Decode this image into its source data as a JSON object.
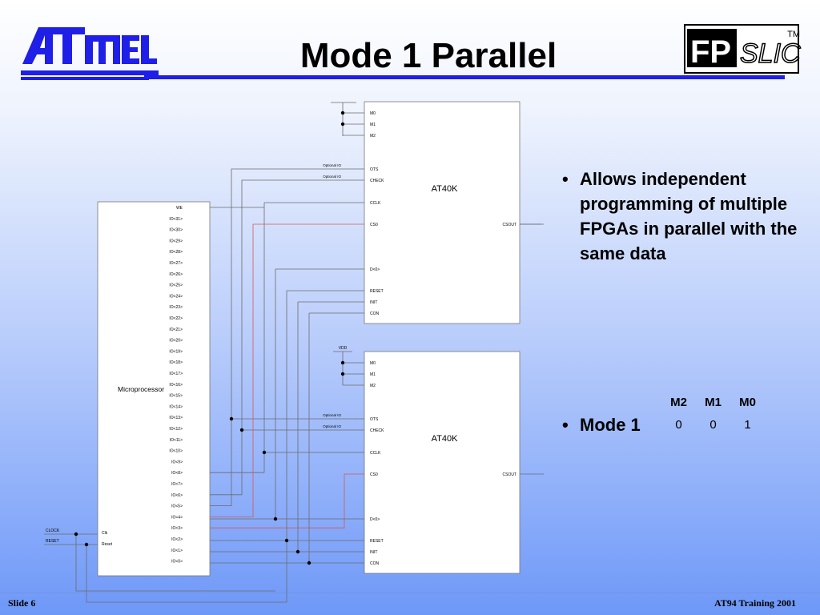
{
  "slide": {
    "title": "Mode 1 Parallel",
    "logo_text": "ATMEL",
    "brand_logo": {
      "fp": "FP",
      "slic": "SLIC",
      "tm": "TM"
    },
    "footer_left": "Slide 6",
    "footer_right": "AT94 Training 2001"
  },
  "bullets": [
    "Allows independent programming of multiple FPGAs in parallel with the same data"
  ],
  "mode_table": {
    "bullet_label": "Mode 1",
    "headers": [
      "M2",
      "M1",
      "M0"
    ],
    "values": [
      "0",
      "0",
      "1"
    ]
  },
  "diagram": {
    "microprocessor": {
      "label": "Microprocessor",
      "pins": [
        "WE",
        "IO<31>",
        "IO<30>",
        "IO<29>",
        "IO<28>",
        "IO<27>",
        "IO<26>",
        "IO<25>",
        "IO<24>",
        "IO<23>",
        "IO<22>",
        "IO<21>",
        "IO<20>",
        "IO<19>",
        "IO<18>",
        "IO<17>",
        "IO<16>",
        "IO<15>",
        "IO<14>",
        "IO<13>",
        "IO<12>",
        "IO<11>",
        "IO<10>",
        "IO<9>",
        "IO<8>",
        "IO<7>",
        "IO<6>",
        "IO<5>",
        "IO<4>",
        "IO<3>",
        "IO<2>",
        "IO<1>",
        "IO<0>"
      ],
      "left_pins": [
        "Clk",
        "Reset"
      ]
    },
    "fpga_top": {
      "label": "AT40K",
      "pins": [
        "M0",
        "M1",
        "M2",
        "OTS",
        "CHECK",
        "CCLK",
        "CS0",
        "D<0>",
        "RESET",
        "INIT",
        "CON"
      ],
      "right_pin": "CSOUT",
      "notes": [
        "Optional IO",
        "Optional IO"
      ]
    },
    "fpga_bottom": {
      "label": "AT40K",
      "vdd": "VDD",
      "pins": [
        "M0",
        "M1",
        "M2",
        "OTS",
        "CHECK",
        "CCLK",
        "CS0",
        "D<0>",
        "RESET",
        "INIT",
        "CON"
      ],
      "right_pin": "CSOUT",
      "notes": [
        "Optional IO",
        "Optional IO"
      ]
    },
    "inputs": [
      "CLOCK",
      "RESET"
    ],
    "colors": {
      "wire": "#6b6b6b",
      "cs_wire": "#d05a5a",
      "rule": "#1f1fe8"
    }
  }
}
